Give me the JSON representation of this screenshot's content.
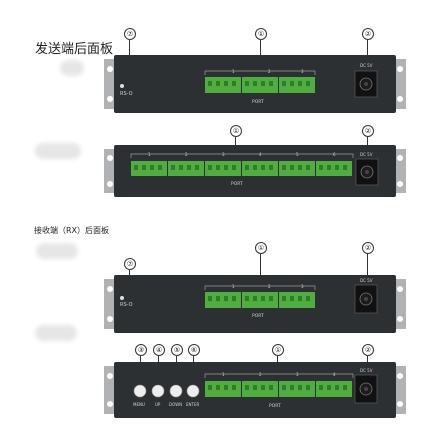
{
  "sections": {
    "tx_title": "发送端后面板",
    "rx_title": "接收端（RX）后面板"
  },
  "panels": [
    {
      "id": "tx-4port",
      "callouts": [
        "⑦",
        "①",
        "②"
      ],
      "left_label": "RS-O",
      "port_numbers": [
        "1",
        "2",
        "3"
      ],
      "port_label": "PORT",
      "power_label": "DC 5V"
    },
    {
      "id": "tx-6port",
      "callouts": [
        "①",
        "②"
      ],
      "port_numbers": [
        "1",
        "2",
        "3",
        "4",
        "5",
        "6"
      ],
      "port_label": "PORT",
      "power_label": "DC 5V"
    },
    {
      "id": "rx-4port",
      "callouts": [
        "⑦",
        "①",
        "②"
      ],
      "left_label": "RS-O",
      "port_numbers": [
        "1",
        "2",
        "3"
      ],
      "port_label": "PORT",
      "power_label": "DC 5V"
    },
    {
      "id": "rx-buttons",
      "callouts": [
        "③",
        "④",
        "⑤",
        "⑥",
        "①",
        "②"
      ],
      "buttons": [
        "MENU",
        "UP",
        "DOWN",
        "ENTER"
      ],
      "port_numbers": [
        "1",
        "2",
        "3",
        "4"
      ],
      "port_label": "PORT",
      "power_label": "DC 5V"
    }
  ],
  "colors": {
    "chassis": "#2d3033",
    "terminal": "#4fae3f",
    "terminal_dark": "#2f7d28",
    "ear": "#a9abad"
  }
}
